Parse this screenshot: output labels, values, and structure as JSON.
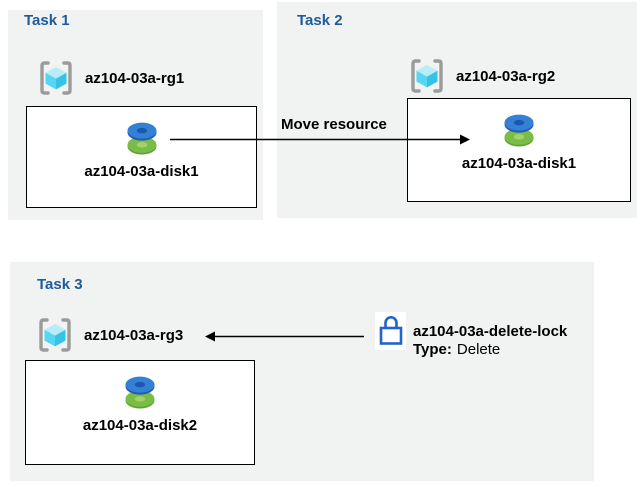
{
  "tasks": [
    {
      "title": "Task 1",
      "resource_group": "az104-03a-rg1",
      "resource": "az104-03a-disk1"
    },
    {
      "title": "Task 2",
      "resource_group": "az104-03a-rg2",
      "resource": "az104-03a-disk1"
    },
    {
      "title": "Task 3",
      "resource_group": "az104-03a-rg3",
      "resource": "az104-03a-disk2"
    }
  ],
  "annotations": {
    "move_label": "Move resource",
    "lock_name": "az104-03a-delete-lock",
    "lock_type_label": "Type:",
    "lock_type_value": "Delete"
  },
  "icons": {
    "resource_group": "resource-group-brackets-cube-icon",
    "disk": "managed-disk-stack-icon",
    "lock": "padlock-icon"
  },
  "colors": {
    "task_background": "#f1f2f2",
    "title_blue": "#1e5c99",
    "resource_box_border": "#000000",
    "arrow": "#000000",
    "lock_blue": "#2264cc",
    "disk_blue": "#3380d4",
    "disk_blue_hole": "#1d57ad",
    "disk_green": "#79bd47",
    "disk_green_hole": "#a2d36a",
    "cube_cyan": "#53d7f2",
    "bracket_gray": "#9b9b9b"
  }
}
